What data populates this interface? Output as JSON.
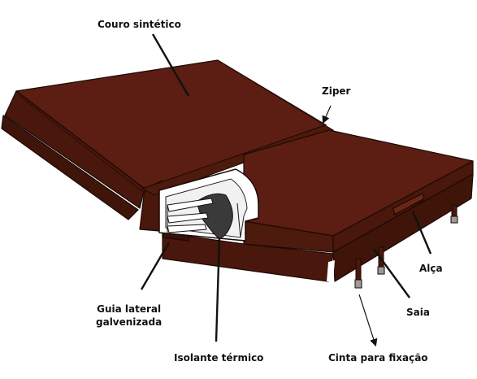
{
  "labels": {
    "couro": "Couro sintético",
    "ziper": "Ziper",
    "alca": "Alça",
    "saia": "Saia",
    "guia_line1": "Guia lateral",
    "guia_line2": "galvenizada",
    "isolante": "Isolante térmico",
    "cinta": "Cinta para fixação"
  },
  "colors": {
    "leather": "#5c1e12",
    "leather_dark": "#471509",
    "leather_light": "#6b2617",
    "outline": "#1a0a05",
    "frame": "#ffffff",
    "insulation": "#3a3a3a"
  }
}
